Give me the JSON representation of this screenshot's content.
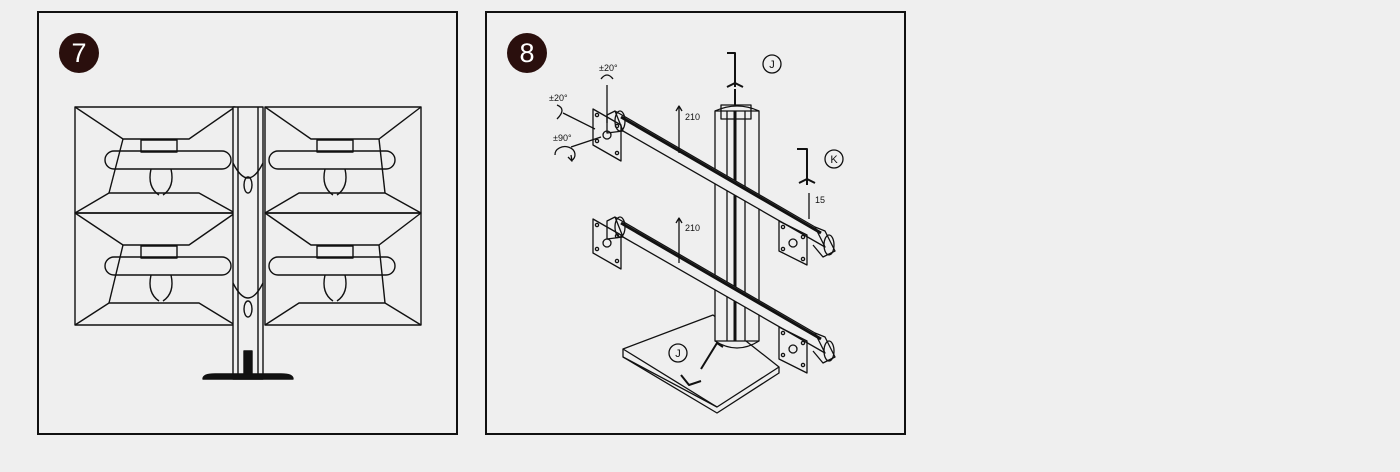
{
  "panels": [
    {
      "step": "7"
    },
    {
      "step": "8",
      "labels": {
        "tilt_top": "±20°",
        "tilt_side": "±20°",
        "rotate": "±90°",
        "height_upper": "210",
        "height_lower": "210",
        "offset": "15",
        "callout_top": "J",
        "callout_right": "K",
        "callout_base": "J"
      }
    }
  ],
  "colors": {
    "background": "#efefef",
    "line": "#111111",
    "badge": "#2a0f0d"
  },
  "icons": [
    "hex-key-icon",
    "rotation-arrow-icon"
  ]
}
